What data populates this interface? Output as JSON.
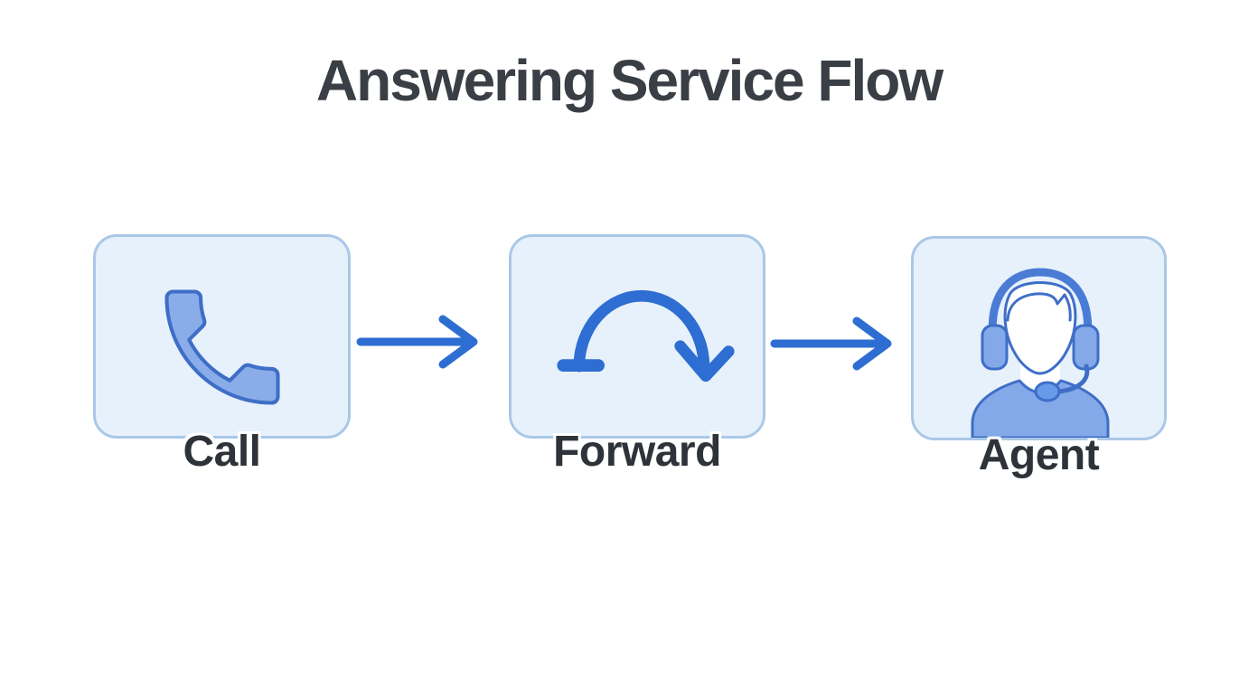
{
  "diagram": {
    "title": "Answering Service Flow",
    "nodes": [
      {
        "id": "call",
        "label": "Call",
        "icon": "phone-icon"
      },
      {
        "id": "forward",
        "label": "Forward",
        "icon": "forward-redo-arrow-icon"
      },
      {
        "id": "agent",
        "label": "Agent",
        "icon": "support-agent-headset-icon"
      }
    ],
    "connectors": [
      {
        "from": "call",
        "to": "forward",
        "style": "right-arrow"
      },
      {
        "from": "forward",
        "to": "agent",
        "style": "right-arrow"
      }
    ],
    "colors": {
      "background": "#ffffff",
      "node_fill": "#e7f1fb",
      "node_border": "#aac8e7",
      "icon_fill": "#8aade9",
      "icon_outline": "#3e6ec7",
      "headband_blue": "#4a7cd6",
      "arrow_blue": "#2e6ed2",
      "text_dark": "#2e333a",
      "title_dark": "#3a3e45"
    }
  }
}
